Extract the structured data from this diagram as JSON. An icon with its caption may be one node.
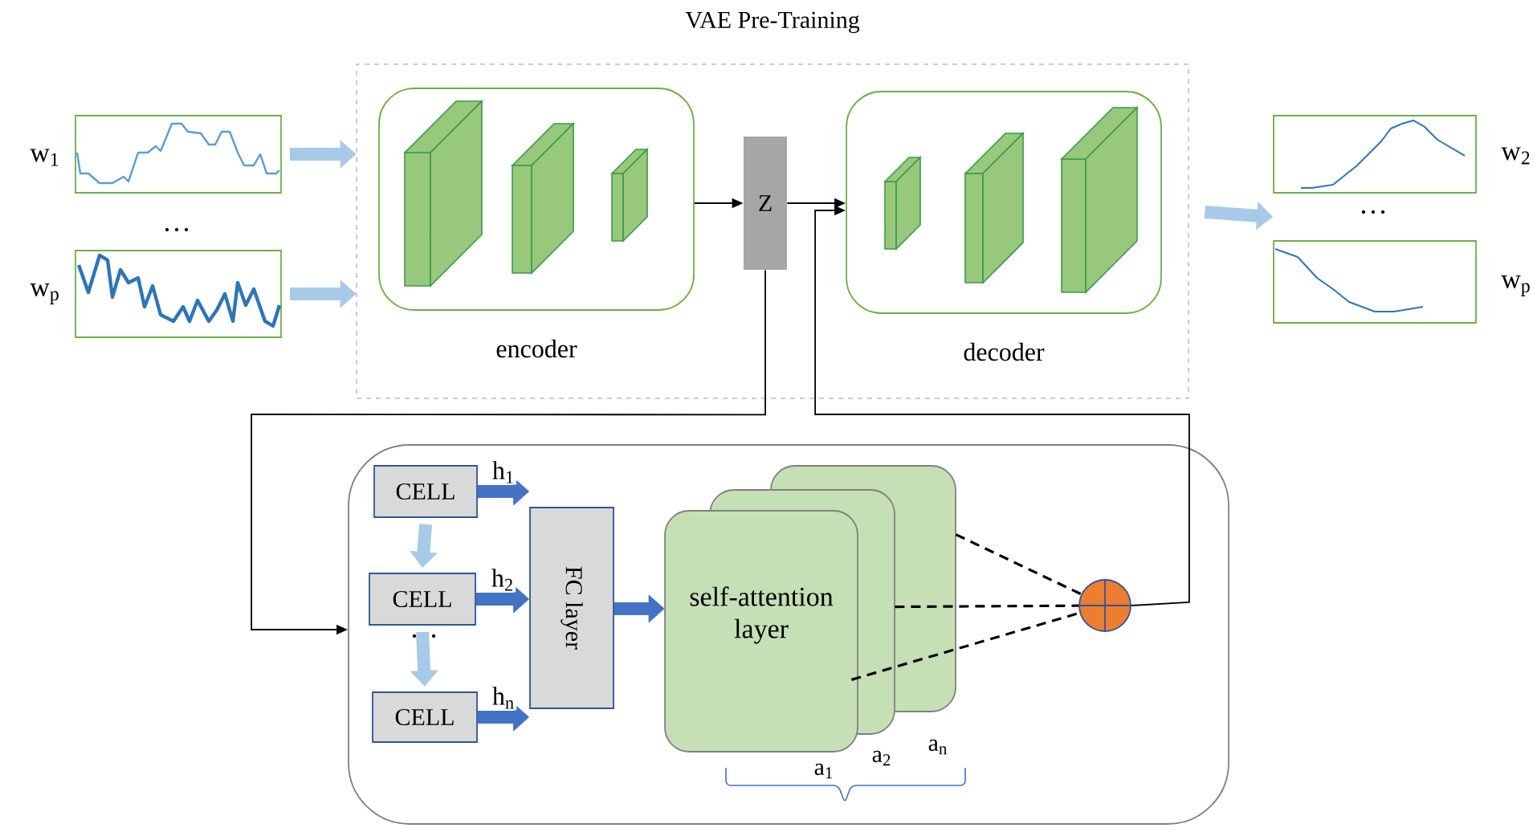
{
  "diagram": {
    "nodes": [
      {
        "text": [
          "VAE Pre-Training"
        ]
      },
      {
        "text": [
          "encoder"
        ],
        "in": 0
      },
      {
        "text": [
          "Z"
        ],
        "in": 0
      },
      {
        "text": [
          "decoder"
        ],
        "in": 0
      },
      {
        "text": [
          "w$_{1}$"
        ]
      },
      {
        "text": [
          "w$_{p}$"
        ]
      },
      {
        "text": [
          "w$_{2}$"
        ]
      },
      {
        "text": [
          "w$_{p}$"
        ]
      },
      {
        "text": [],
        "shape": "box"
      },
      {
        "text": [
          "CELL"
        ],
        "in": 8
      },
      {
        "text": [
          "CELL"
        ],
        "in": 8
      },
      {
        "text": [
          "CELL"
        ],
        "in": 8
      },
      {
        "text": [
          "FC layer"
        ],
        "in": 8
      },
      {
        "text": [
          "self-attention layer"
        ],
        "in": 8
      },
      {
        "text": [],
        "shape": "circle",
        "in": 8
      }
    ],
    "edges": [
      {
        "from": 4,
        "to": 0,
        "arrow": "to",
        "color": "#a9c9e8"
      },
      {
        "from": 5,
        "to": 0,
        "arrow": "to",
        "color": "#a9c9e8"
      },
      {
        "from": 1,
        "to": 2,
        "arrow": "to"
      },
      {
        "from": 2,
        "to": 3,
        "arrow": "to"
      },
      {
        "from": 0,
        "to": 6,
        "arrow": "to",
        "color": "#a9c9e8"
      },
      {
        "from": 0,
        "to": 7,
        "arrow": "to",
        "color": "#a9c9e8"
      },
      {
        "from": 2,
        "to": 8,
        "arrow": "to"
      },
      {
        "from": 14,
        "to": 3,
        "arrow": "to"
      },
      {
        "from": 9,
        "to": 10,
        "arrow": "to",
        "color": "#a9c9e8"
      },
      {
        "from": 10,
        "to": 11,
        "arrow": "to",
        "color": "#a9c9e8"
      },
      {
        "from": 9,
        "to": 12,
        "arrow": "to",
        "label": "h$_{1}$",
        "color": "#4472c4"
      },
      {
        "from": 10,
        "to": 12,
        "arrow": "to",
        "label": "h$_{2}$",
        "color": "#4472c4"
      },
      {
        "from": 11,
        "to": 12,
        "arrow": "to",
        "label": "h$_{n}$",
        "color": "#4472c4"
      },
      {
        "from": 12,
        "to": 13,
        "arrow": "to",
        "color": "#4472c4"
      },
      {
        "from": 13,
        "to": 14,
        "arrow": "none",
        "style": "dashed"
      },
      {
        "from": 13,
        "to": 14,
        "arrow": "none",
        "style": "dashed"
      },
      {
        "from": 13,
        "to": 14,
        "arrow": "none",
        "style": "dashed"
      }
    ],
    "labels": [
      "…",
      "…",
      "…",
      "a$_{1}$",
      "a$_{2}$",
      "a$_{n}$"
    ]
  }
}
